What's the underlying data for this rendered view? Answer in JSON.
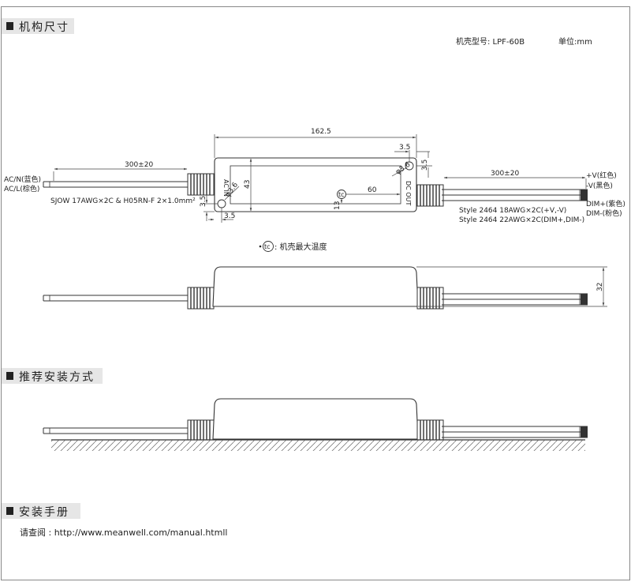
{
  "sections": {
    "dimensions": "机构尺寸",
    "installation_method": "推荐安装方式",
    "manual": "安装手册"
  },
  "header": {
    "model_label": "机壳型号: LPF-60B",
    "unit_label": "单位:mm"
  },
  "top_view": {
    "length": "162.5",
    "height": "43",
    "wire_left_len": "300±20",
    "wire_right_len": "300±20",
    "hole_offset_h": "3.5",
    "hole_offset_v": "3.5",
    "hole_dia": "φ3.6",
    "hole_dia_right": "φ3.6",
    "left_bottom_v": "3.5",
    "left_bottom_h": "3.5",
    "tc_offset_h": "60",
    "tc_offset_v": "13",
    "ac_in_label": "AC IN",
    "dc_out_label": "DC OUT",
    "left_wire_1": "AC/N(蓝色)",
    "left_wire_2": "AC/L(棕色)",
    "left_cable_spec": "SJOW 17AWG×2C & H05RN-F 2×1.0mm²",
    "right_wire_1": "+V(红色)",
    "right_wire_2": "-V(黑色)",
    "right_wire_3": "DIM+(紫色)",
    "right_wire_4": "DIM-(粉色)",
    "right_cable_spec_1": "Style 2464 18AWG×2C(+V,-V)",
    "right_cable_spec_2": "Style 2464 22AWG×2C(DIM+,DIM-)",
    "tc_symbol": "tc",
    "tc_note": ": 机壳最大温度"
  },
  "side_view": {
    "thickness": "32"
  },
  "manual": {
    "text": "请查阅 : http://www.meanwell.com/manual.htmll"
  },
  "colors": {
    "section_bar": "#e6e6e6",
    "line": "#333333"
  }
}
